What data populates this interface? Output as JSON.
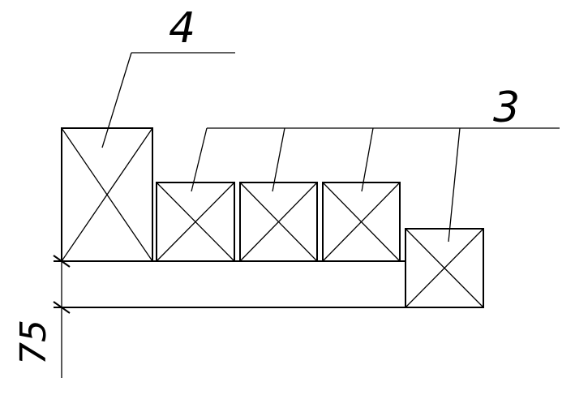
{
  "labels": {
    "callout_4": "4",
    "callout_3": "3",
    "dimension": "75"
  },
  "colors": {
    "stroke": "#000000",
    "background": "#ffffff"
  }
}
